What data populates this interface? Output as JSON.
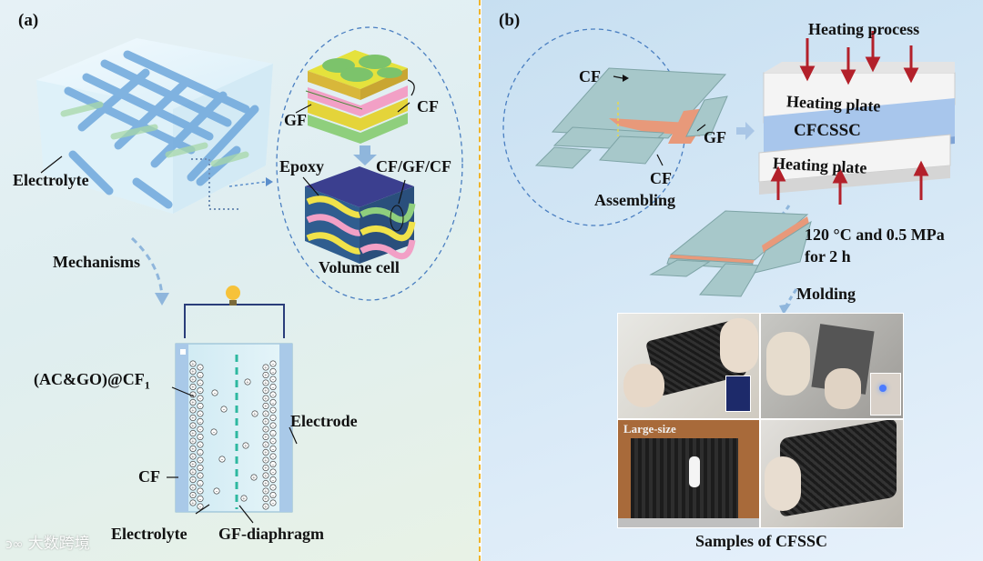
{
  "panel_a": {
    "label": "(a)",
    "electrolyte_top": "Electrolyte",
    "mechanisms": "Mechanisms",
    "gf": "GF",
    "cf": "CF",
    "epoxy": "Epoxy",
    "cf_gf_cf": "CF/GF/CF",
    "volume_cell": "Volume cell",
    "ac_go": "(AC&GO)@CF",
    "ac_go_sub": "1",
    "electrode": "Electrode",
    "cf_bottom": "CF",
    "electrolyte_bottom": "Electrolyte",
    "gf_diaphragm": "GF-diaphragm"
  },
  "panel_b": {
    "label": "(b)",
    "cf_top": "CF",
    "gf": "GF",
    "cf_bottom": "CF",
    "assembling": "Assembling",
    "heating_process": "Heating process",
    "heating_plate_top": "Heating plate",
    "cfcssc": "CFCSSC",
    "heating_plate_bottom": "Heating plate",
    "condition_line1": "120 °C and 0.5 MPa",
    "condition_line2": "for 2 h",
    "molding": "Molding",
    "large_size": "Large-size",
    "samples_caption": "Samples of  CFSSC"
  },
  "watermark": "大数跨境"
}
